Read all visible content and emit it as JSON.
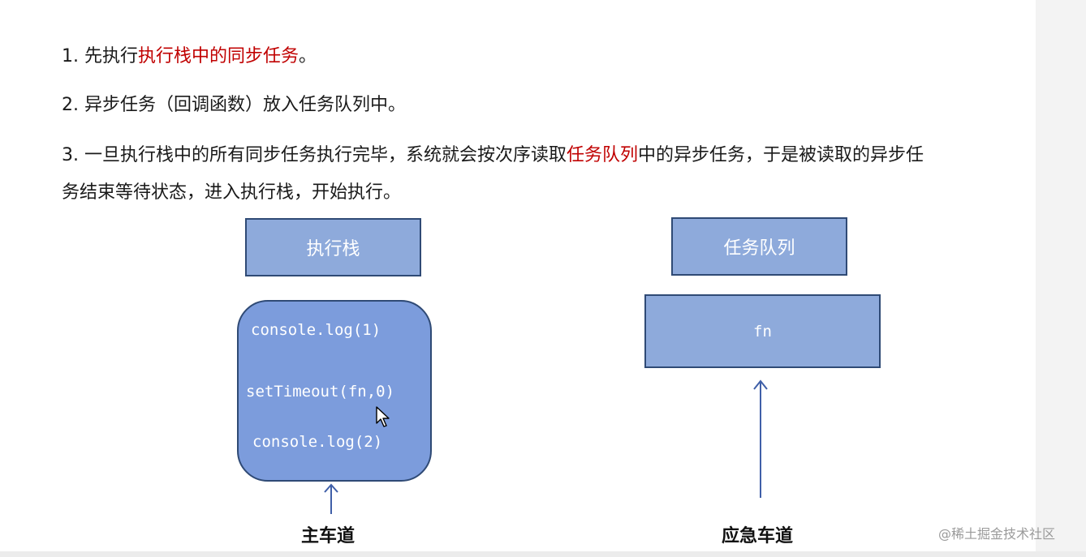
{
  "text": {
    "line1": {
      "pre": "1. 先执行",
      "hl": "执行栈中的同步任务",
      "post": "。"
    },
    "line2": "2. 异步任务（回调函数）放入任务队列中。",
    "line3a": {
      "pre": "3. 一旦执行栈中的所有同步任务执行完毕，系统就会按次序读取",
      "hl": "任务队列",
      "post": "中的异步任务，于是被读取的异步任"
    },
    "line3b": "务结束等待状态，进入执行栈，开始执行。"
  },
  "diagram": {
    "stack_title": "执行栈",
    "queue_title": "任务队列",
    "stack_items": [
      "console.log(1)",
      "setTimeout(fn,0)",
      "console.log(2)"
    ],
    "queue_items": [
      "fn"
    ],
    "main_lane": "主车道",
    "emergency_lane": "应急车道"
  },
  "watermark": "@稀土掘金技术社区",
  "colors": {
    "highlight": "#c00000",
    "box_fill": "#8eaadb",
    "box_border": "#2f4a75"
  },
  "icons": [
    "arrow-up-icon",
    "mouse-cursor-icon"
  ]
}
